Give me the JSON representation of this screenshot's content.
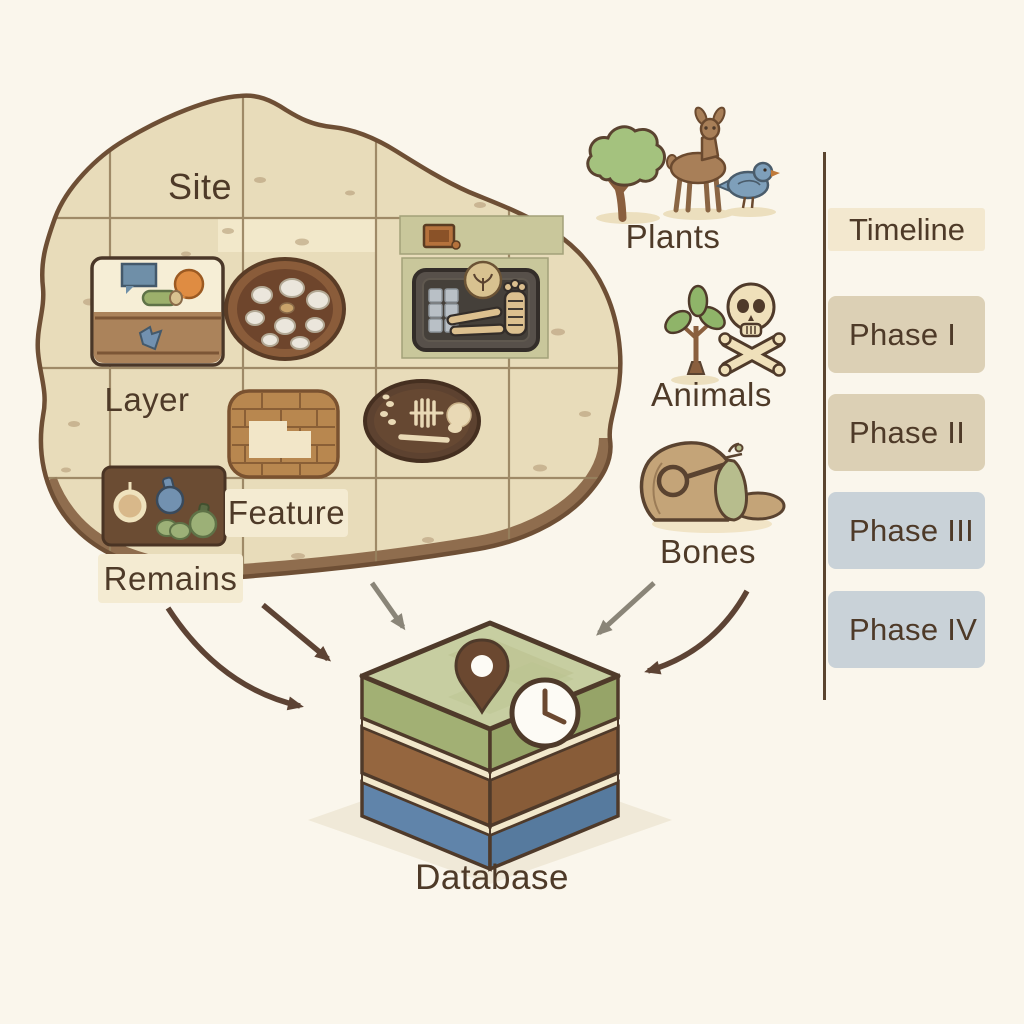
{
  "map": {
    "site_label": "Site",
    "layer_label": "Layer",
    "feature_label": "Feature",
    "remains_label": "Remains",
    "features": [
      "artifact-tile",
      "pit-feature",
      "excavation-tray-tile",
      "brick-feature",
      "burial-feature",
      "remains-tile"
    ]
  },
  "finds": {
    "plants_label": "Plants",
    "animals_label": "Animals",
    "bones_label": "Bones",
    "plants_icons": [
      "tree-icon",
      "deer-icon",
      "bird-icon"
    ],
    "animals_icons": [
      "seedling-icon",
      "skull-crossbones-icon"
    ],
    "bones_icons": [
      "sack-icon",
      "magnifier-icon",
      "pouch-icon"
    ]
  },
  "timeline": {
    "header": "Timeline",
    "phases": [
      "Phase I",
      "Phase II",
      "Phase III",
      "Phase IV"
    ]
  },
  "database": {
    "label": "Database",
    "icons": [
      "location-pin-icon",
      "clock-icon"
    ],
    "layer_colors": [
      "#9fae70",
      "#94653f",
      "#5f82a8"
    ]
  },
  "colors": {
    "background": "#faf6ec",
    "map_fill": "#e8dcba",
    "map_outline": "#6e4f35",
    "soil_band": "#8a6648",
    "green_zone": "#c9c79b",
    "label_text": "#4e3a28",
    "label_box_bg": "#f4ebd2",
    "timeline_header_bg": "#f3e8cf",
    "phase_early_bg": "#dcd0b5",
    "phase_late_bg": "#c9d2d8",
    "timeline_axis": "#5a442f",
    "arrow_brown": "#5d4334",
    "arrow_gray": "#8a8578",
    "db_green": "#9fae70",
    "db_brown": "#94653f",
    "db_blue": "#5f82a8",
    "db_cream": "#f2e8cb"
  }
}
